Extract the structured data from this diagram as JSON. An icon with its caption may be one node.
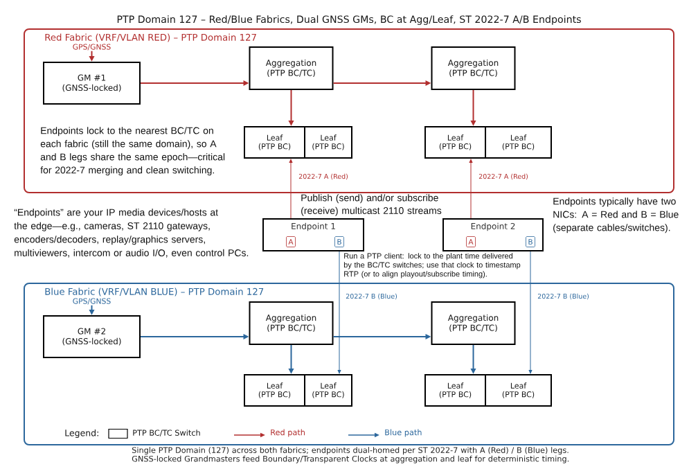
{
  "diagram": {
    "title": "PTP Domain 127 – Red/Blue Fabrics, Dual GNSS GMs, BC at Agg/Leaf, ST 2022-7 A/B Endpoints",
    "caption": "Single PTP Domain (127) across both fabrics; endpoints dual-homed per ST 2022-7 with A (Red) / B (Blue) legs. GNSS-locked Grandmasters feed Boundary/Transparent Clocks at aggregation and leaf for deterministic timing.",
    "nodes": [
      {
        "text": [
          "Red Fabric (VRF/VLAN RED) – PTP Domain 127"
        ]
      },
      {
        "text": [
          "GPS/GNSS"
        ],
        "in": 0
      },
      {
        "text": [
          "GM #1 (GNSS-locked)"
        ],
        "in": 0
      },
      {
        "text": [
          "Aggregation (PTP BC/TC)"
        ],
        "in": 0
      },
      {
        "text": [
          "Aggregation (PTP BC/TC)"
        ],
        "in": 0
      },
      {
        "text": [
          "Leaf (PTP BC)"
        ],
        "in": 0
      },
      {
        "text": [
          "Leaf (PTP BC)"
        ],
        "in": 0
      },
      {
        "text": [
          "Leaf (PTP BC)"
        ],
        "in": 0
      },
      {
        "text": [
          "Leaf (PTP BC)"
        ],
        "in": 0
      },
      {
        "text": [
          "Endpoint 1"
        ]
      },
      {
        "text": [
          "A"
        ],
        "in": 9
      },
      {
        "text": [
          "B"
        ],
        "in": 9
      },
      {
        "text": [
          "Endpoint 2"
        ]
      },
      {
        "text": [
          "A"
        ],
        "in": 12
      },
      {
        "text": [
          "B"
        ],
        "in": 12
      },
      {
        "text": [
          "Blue Fabric (VRF/VLAN BLUE) – PTP Domain 127"
        ]
      },
      {
        "text": [
          "GPS/GNSS"
        ],
        "in": 15
      },
      {
        "text": [
          "GM #2 (GNSS-locked)"
        ],
        "in": 15
      },
      {
        "text": [
          "Aggregation (PTP BC/TC)"
        ],
        "in": 15
      },
      {
        "text": [
          "Aggregation (PTP BC/TC)"
        ],
        "in": 15
      },
      {
        "text": [
          "Leaf (PTP BC)"
        ],
        "in": 15
      },
      {
        "text": [
          "Leaf (PTP BC)"
        ],
        "in": 15
      },
      {
        "text": [
          "Leaf (PTP BC)"
        ],
        "in": 15
      },
      {
        "text": [
          "Leaf (PTP BC)"
        ],
        "in": 15
      }
    ],
    "edges": [
      {
        "from": 1,
        "to": 2,
        "arrow": "to",
        "color": "#b22f2f"
      },
      {
        "from": 2,
        "to": 3,
        "arrow": "to",
        "color": "#b22f2f"
      },
      {
        "from": 3,
        "to": 4,
        "arrow": "to",
        "color": "#b22f2f"
      },
      {
        "from": 3,
        "to": 5,
        "arrow": "to",
        "color": "#b22f2f"
      },
      {
        "from": 4,
        "to": 7,
        "arrow": "to",
        "color": "#b22f2f"
      },
      {
        "from": 9,
        "to": 5,
        "arrow": "to",
        "label": "2022-7 A (Red)",
        "color": "#b22f2f"
      },
      {
        "from": 12,
        "to": 7,
        "arrow": "to",
        "label": "2022-7 A (Red)",
        "color": "#b22f2f"
      },
      {
        "from": 16,
        "to": 17,
        "arrow": "to",
        "color": "#2c679c"
      },
      {
        "from": 17,
        "to": 18,
        "arrow": "to",
        "color": "#2c679c"
      },
      {
        "from": 18,
        "to": 19,
        "arrow": "to",
        "color": "#2c679c"
      },
      {
        "from": 18,
        "to": 20,
        "arrow": "to",
        "color": "#2c679c"
      },
      {
        "from": 19,
        "to": 22,
        "arrow": "to",
        "color": "#2c679c"
      },
      {
        "from": 9,
        "to": 21,
        "arrow": "to",
        "label": "2022-7 B (Blue)",
        "color": "#2c679c"
      },
      {
        "from": 12,
        "to": 23,
        "arrow": "to",
        "label": "2022-7 B (Blue)",
        "color": "#2c679c"
      }
    ],
    "labels": [
      "Endpoints lock to the nearest BC/TC on each fabric (still the same domain), so A and B legs share the same epoch—critical for 2022-7 merging and clean switching.",
      "Publish (send) and/or subscribe (receive) multicast 2110 streams",
      "Endpoints typically have two NICs: A = Red and B = Blue (separate cables/switches).",
      "“Endpoints” are your IP media devices/hosts at the edge—e.g., cameras, ST 2110 gateways, encoders/decoders, replay/graphics servers, multiviewers, intercom or audio I/O, even control PCs.",
      "Run a PTP client: lock to the plant time delivered by the BC/TC switches; use that clock to timestamp RTP (or to align playout/subscribe timing).",
      "Legend:"
    ],
    "legend": [
      {
        "text": "PTP BC/TC Switch"
      },
      {
        "text": "Red path"
      },
      {
        "text": "Blue path"
      }
    ]
  }
}
